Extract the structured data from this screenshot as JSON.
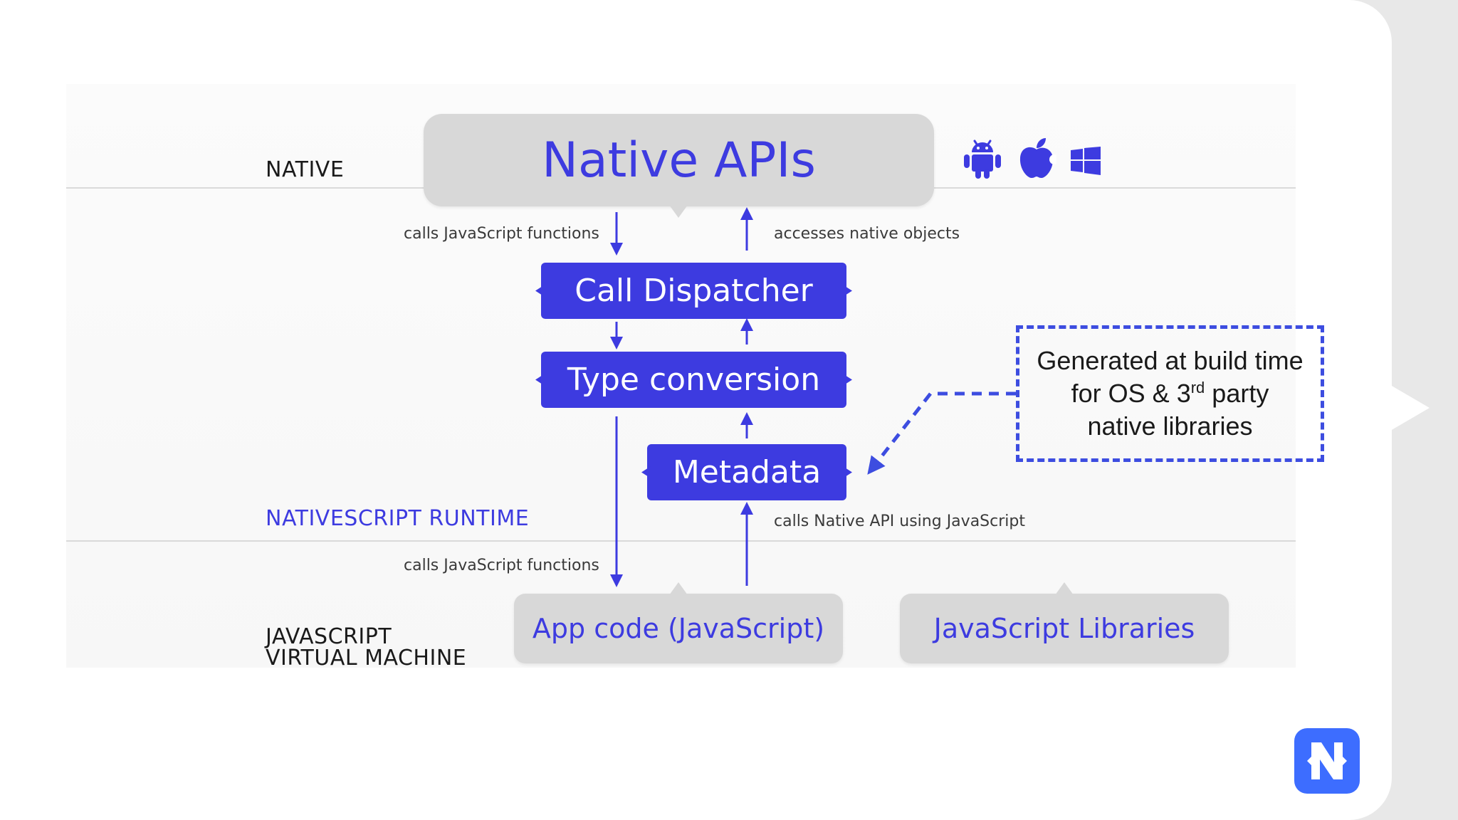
{
  "layers": {
    "native": "NATIVE",
    "runtime": "NATIVESCRIPT RUNTIME",
    "js_vm_line1": "JAVASCRIPT",
    "js_vm_line2": "VIRTUAL MACHINE"
  },
  "boxes": {
    "native_apis": "Native APIs",
    "call_dispatcher": "Call Dispatcher",
    "type_conversion": "Type conversion",
    "metadata": "Metadata",
    "app_code": "App code (JavaScript)",
    "js_libraries": "JavaScript Libraries"
  },
  "edge_labels": {
    "calls_js_top": "calls JavaScript functions",
    "accesses_native": "accesses native objects",
    "calls_native_api": "calls Native API using JavaScript",
    "calls_js_bottom": "calls JavaScript functions"
  },
  "callout": {
    "line1": "Generated at build time",
    "line2_pre": "for OS & 3",
    "line2_sup": "rd",
    "line2_post": " party",
    "line3": "native libraries"
  },
  "icons": {
    "os": [
      "android-icon",
      "apple-icon",
      "windows-icon"
    ],
    "logo": "nativescript-logo"
  },
  "colors": {
    "accent_blue": "#3d3be0",
    "grey_box": "#d8d8d8",
    "callout_border": "#3d4de0",
    "logo_blue": "#3d6dff"
  }
}
